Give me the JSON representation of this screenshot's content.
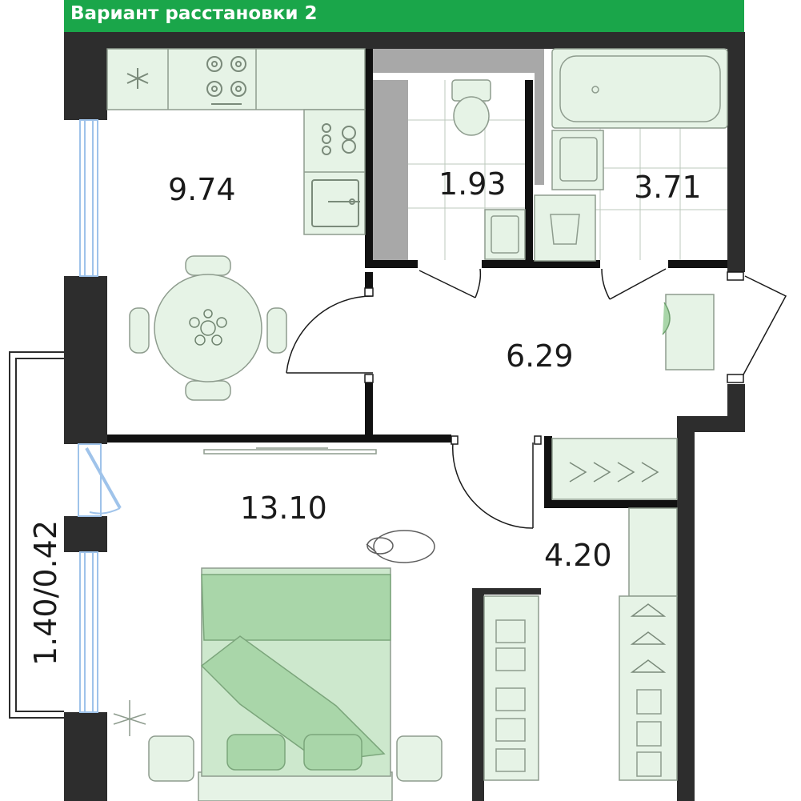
{
  "header": {
    "title": "Вариант расстановки 2"
  },
  "rooms": {
    "kitchen_area": "9.74",
    "toilet_area": "1.93",
    "bathroom_area": "3.71",
    "hall_area": "6.29",
    "bedroom_area": "13.10",
    "wardrobe_area": "4.20"
  },
  "balcony": {
    "area_label": "1.40/0.42"
  },
  "colors": {
    "header": "#1aa64a",
    "wall": "#2d2d2d",
    "furniture_fill": "#e6f3e6",
    "furniture_stroke": "#8e9c8e",
    "bed_green": "#a9d6a9",
    "window_blue": "#9fc3ea"
  }
}
